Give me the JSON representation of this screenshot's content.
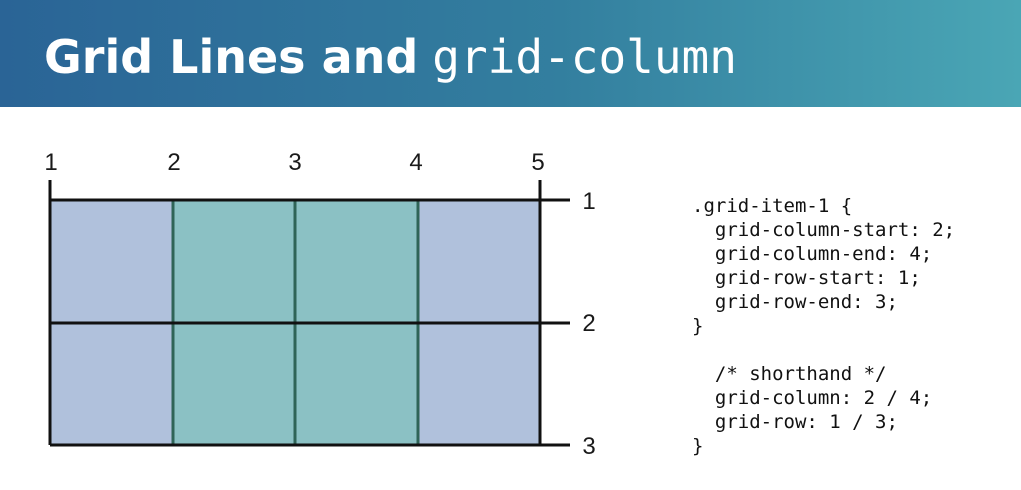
{
  "title": {
    "text_sans": "Grid Lines and",
    "text_mono": "grid-column"
  },
  "diagram": {
    "column_line_labels": [
      "1",
      "2",
      "3",
      "4",
      "5"
    ],
    "row_line_labels": [
      "1",
      "2",
      "3"
    ],
    "columns": 4,
    "rows": 2,
    "highlight": {
      "column_start": 2,
      "column_end": 4,
      "row_start": 1,
      "row_end": 3
    },
    "colors": {
      "cell_fill": "#b0c1dc",
      "highlight_fill": "#8bc1c4",
      "highlight_border": "#2f6457",
      "line": "#111111"
    }
  },
  "code": {
    "lines": [
      ".grid-item-1 {",
      "  grid-column-start: 2;",
      "  grid-column-end: 4;",
      "  grid-row-start: 1;",
      "  grid-row-end: 3;",
      "}",
      "",
      "  /* shorthand */",
      "  grid-column: 2 / 4;",
      "  grid-row: 1 / 3;",
      "}"
    ]
  }
}
